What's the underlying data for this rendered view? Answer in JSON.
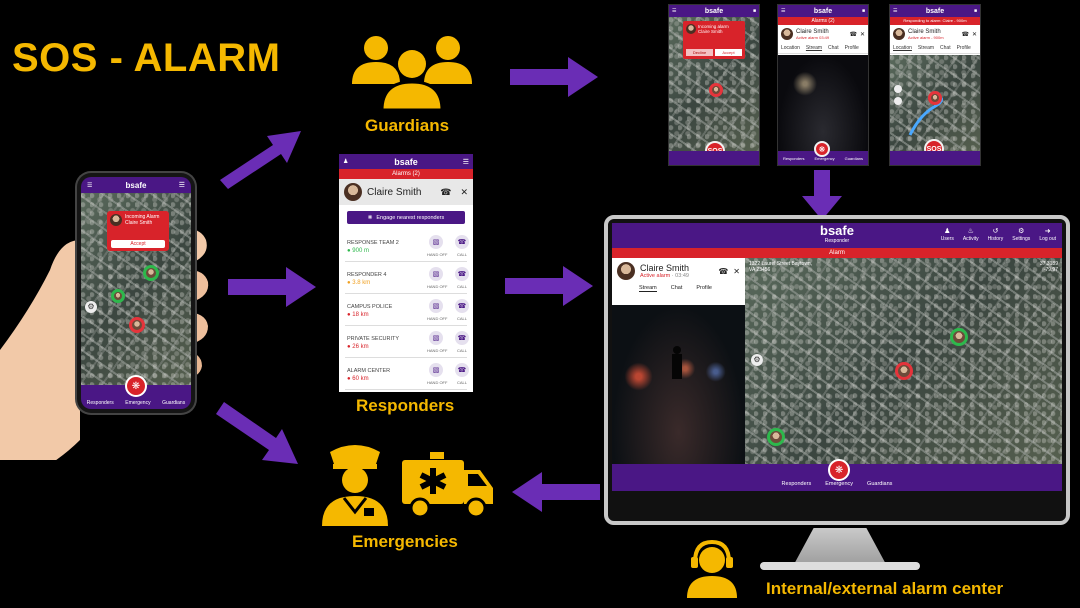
{
  "title": "SOS - ALARM",
  "labels": {
    "guardians": "Guardians",
    "responders": "Responders",
    "emergencies": "Emergencies",
    "alarm_center": "Internal/external alarm center"
  },
  "colors": {
    "accent": "#f5b800",
    "brand_purple": "#4a1785",
    "arrow_purple": "#6a2db5",
    "alarm_red": "#d8232a",
    "pin_green": "#2db84c"
  },
  "icons": [
    "guardians-group-icon",
    "police-officer-icon",
    "ambulance-icon",
    "operator-headset-icon"
  ],
  "brand": {
    "name": "bsafe",
    "sub": "Responder"
  },
  "user_phone": {
    "incoming_title": "Incoming Alarm",
    "incoming_name": "Claire Smith",
    "accept": "Accept",
    "nav": [
      "Responders",
      "Emergency",
      "Guardians"
    ]
  },
  "guardian_screens": {
    "screen1": {
      "incoming_title": "Incoming alarm",
      "incoming_name": "Claire Smith",
      "decline": "Decline",
      "accept": "Accept",
      "sos": "SOS"
    },
    "screen2": {
      "alarms": "Alarms (2)",
      "name": "Claire Smith",
      "status": "Active alarm 03:49",
      "tabs": [
        "Location",
        "Stream",
        "Chat",
        "Profile"
      ],
      "nav": [
        "Responders",
        "Emergency",
        "Guardians"
      ]
    },
    "screen3": {
      "header": "Responding to alarm: Claire - 900m",
      "name": "Claire Smith",
      "status": "Active alarm - 900m",
      "tabs": [
        "Location",
        "Stream",
        "Chat",
        "Profile"
      ],
      "sos": "SOS"
    }
  },
  "responders_panel": {
    "alarms": "Alarms (2)",
    "name": "Claire Smith",
    "engage": "Engage nearest responders",
    "hands_off": "HAND OFF",
    "call": "CALL",
    "rows": [
      {
        "name": "RESPONSE TEAM 2",
        "distance": "900 m",
        "color": "#2db84c"
      },
      {
        "name": "RESPONDER 4",
        "distance": "3.8 km",
        "color": "#f0a020"
      },
      {
        "name": "CAMPUS POLICE",
        "distance": "18 km",
        "color": "#d8232a"
      },
      {
        "name": "PRIVATE SECURITY",
        "distance": "26 km",
        "color": "#d8232a"
      },
      {
        "name": "ALARM CENTER",
        "distance": "60 km",
        "color": "#d8232a"
      }
    ]
  },
  "monitor": {
    "nav": [
      "Users",
      "Activity",
      "History",
      "Settings",
      "Log out"
    ],
    "alarm_bar": "Alarm",
    "name": "Claire Smith",
    "status": "Active alarm",
    "time": "03:49",
    "tabs": [
      "Stream",
      "Chat",
      "Profile"
    ],
    "address": "1322 Laurel Street Baytown, VA 23456",
    "coords": "37.3189 -79.97",
    "foot": [
      "Responders",
      "Emergency",
      "Guardians"
    ]
  }
}
